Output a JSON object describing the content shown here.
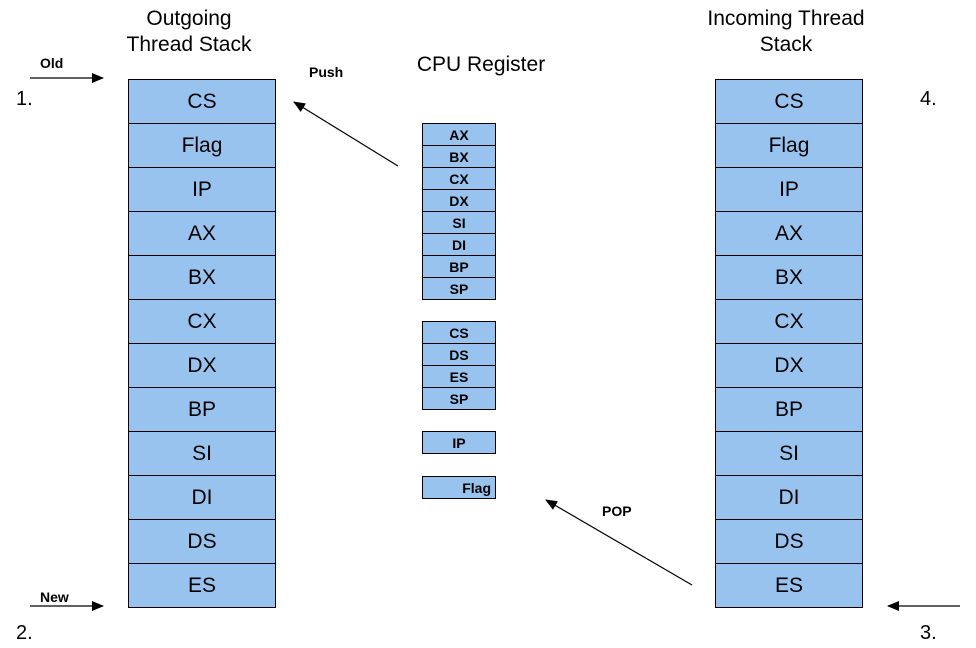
{
  "outgoing": {
    "title_line1": "Outgoing",
    "title_line2": "Thread Stack",
    "cells": [
      "CS",
      "Flag",
      "IP",
      "AX",
      "BX",
      "CX",
      "DX",
      "BP",
      "SI",
      "DI",
      "DS",
      "ES"
    ]
  },
  "incoming": {
    "title_line1": "Incoming Thread",
    "title_line2": "Stack",
    "cells": [
      "CS",
      "Flag",
      "IP",
      "AX",
      "BX",
      "CX",
      "DX",
      "BP",
      "SI",
      "DI",
      "DS",
      "ES"
    ]
  },
  "cpu": {
    "title": "CPU Register",
    "group1": [
      "AX",
      "BX",
      "CX",
      "DX",
      "SI",
      "DI",
      "BP",
      "SP"
    ],
    "group2": [
      "CS",
      "DS",
      "ES",
      "SP"
    ],
    "group3": [
      "IP"
    ],
    "group4": [
      "Flag"
    ]
  },
  "labels": {
    "old": "Old",
    "new": "New",
    "push": "Push",
    "pop": "POP",
    "step1": "1.",
    "step2": "2.",
    "step3": "3.",
    "step4": "4."
  }
}
